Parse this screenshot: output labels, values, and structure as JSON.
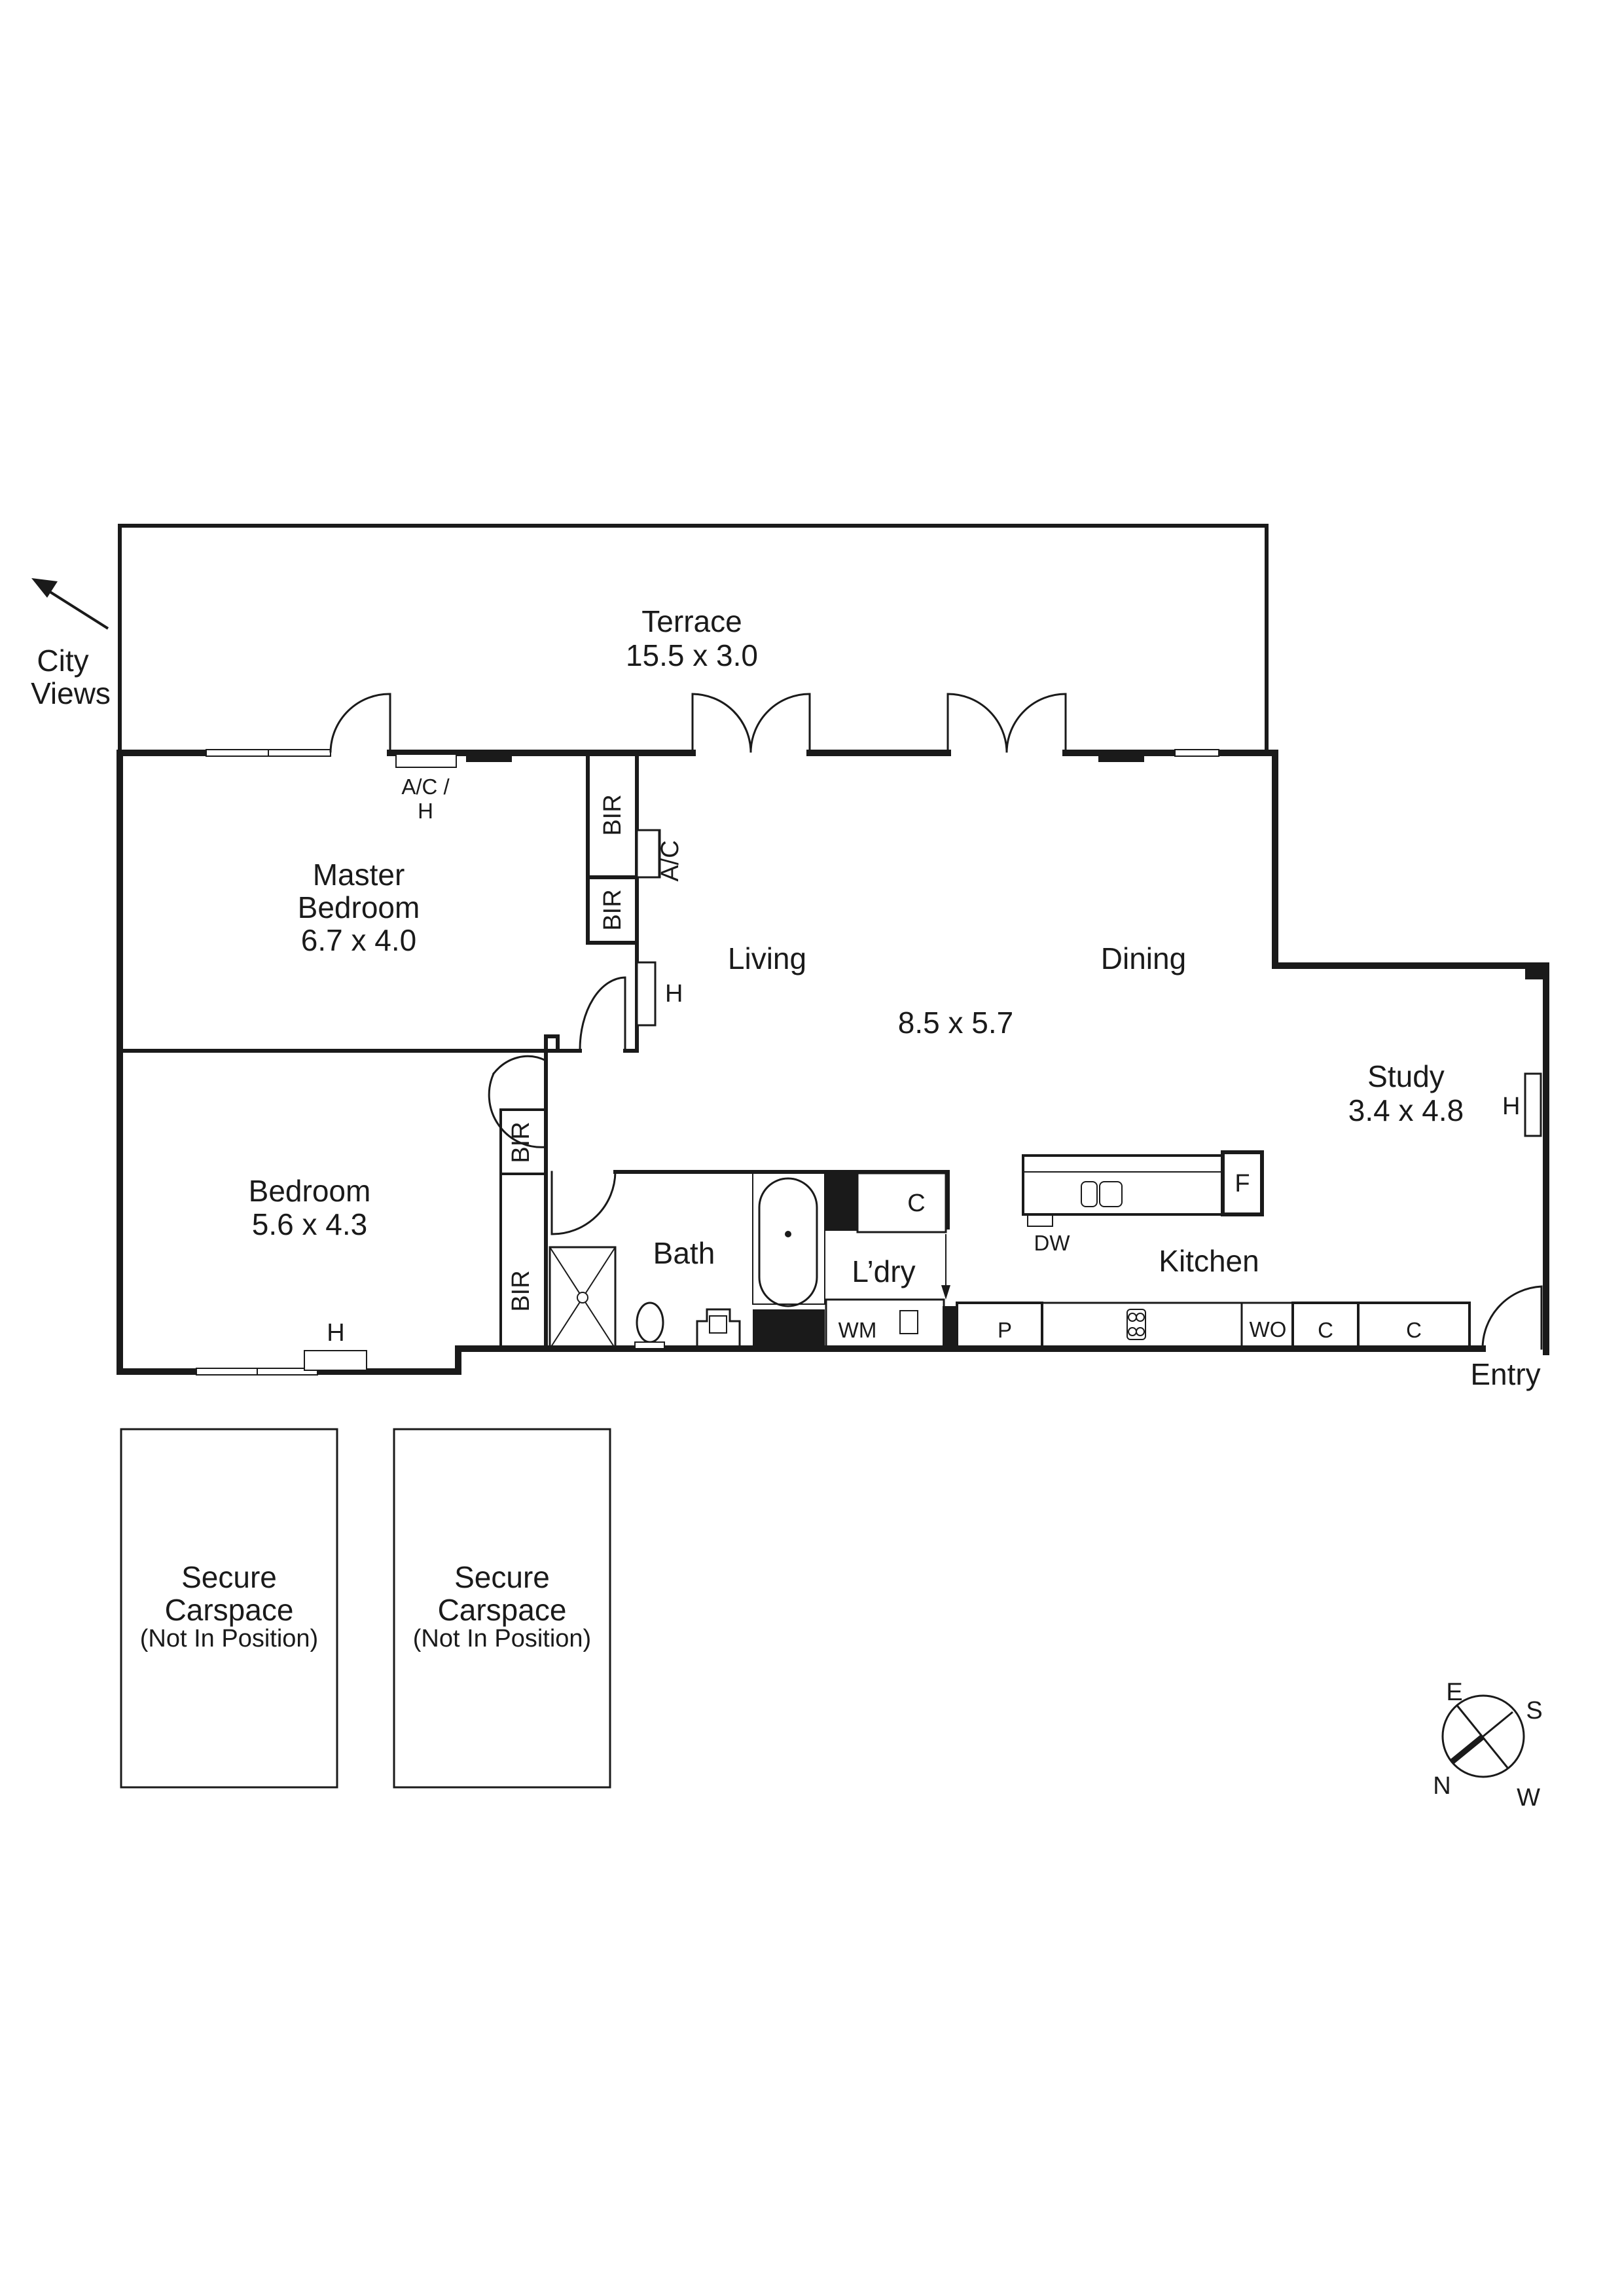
{
  "plan": {
    "rooms": {
      "terrace": {
        "name": "Terrace",
        "size": "15.5 x 3.0"
      },
      "master_bedroom": {
        "name_line1": "Master",
        "name_line2": "Bedroom",
        "size": "6.7 x 4.0"
      },
      "living": {
        "name": "Living"
      },
      "dining": {
        "name": "Dining"
      },
      "living_dining_size": "8.5 x 5.7",
      "study": {
        "name": "Study",
        "size": "3.4 x 4.8"
      },
      "bedroom": {
        "name": "Bedroom",
        "size": "5.6 x 4.3"
      },
      "bath": {
        "name": "Bath"
      },
      "laundry": {
        "name": "L’dry"
      },
      "kitchen": {
        "name": "Kitchen"
      },
      "entry": {
        "name": "Entry"
      }
    },
    "fixtures": {
      "ac_h_line1": "A/C /",
      "ac_h_line2": "H",
      "bir": "BIR",
      "ac": "A/C",
      "heater": "H",
      "cupboard": "C",
      "washing_machine": "WM",
      "pantry": "P",
      "wall_oven": "WO",
      "fridge": "F",
      "dishwasher": "DW"
    },
    "city_views": {
      "line1": "City",
      "line2": "Views"
    },
    "carspaces": [
      {
        "line1": "Secure",
        "line2": "Carspace",
        "line3": "(Not In Position)"
      },
      {
        "line1": "Secure",
        "line2": "Carspace",
        "line3": "(Not In Position)"
      }
    ],
    "compass": {
      "e": "E",
      "s": "S",
      "n": "N",
      "w": "W"
    }
  }
}
